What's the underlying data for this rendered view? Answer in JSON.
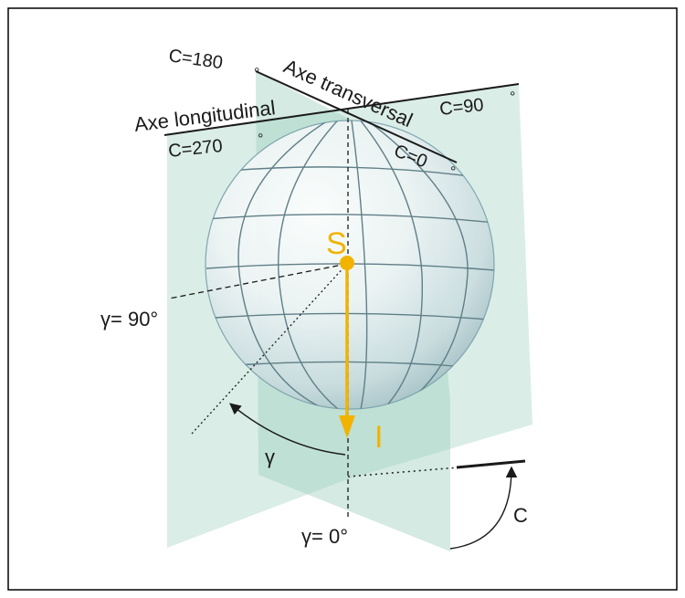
{
  "axes": {
    "longitudinal": "Axe longitudinal",
    "transversal": "Axe transversal"
  },
  "c_angles": {
    "c180": "C=180",
    "c90": "C=90",
    "c270": "C=270",
    "c0": "C=0",
    "degree_symbol": "°"
  },
  "points": {
    "source": "S",
    "intensity": "I"
  },
  "gamma": {
    "gamma_90": "γ= 90°",
    "gamma_0": "γ= 0°",
    "gamma": "γ"
  },
  "c_label": "C",
  "colors": {
    "plane_fill": "#9fd0bf",
    "sphere_edge": "#7fa6ad",
    "grid_line": "#5f7f86",
    "accent": "#f2b300",
    "ink": "#1a1a1a"
  }
}
